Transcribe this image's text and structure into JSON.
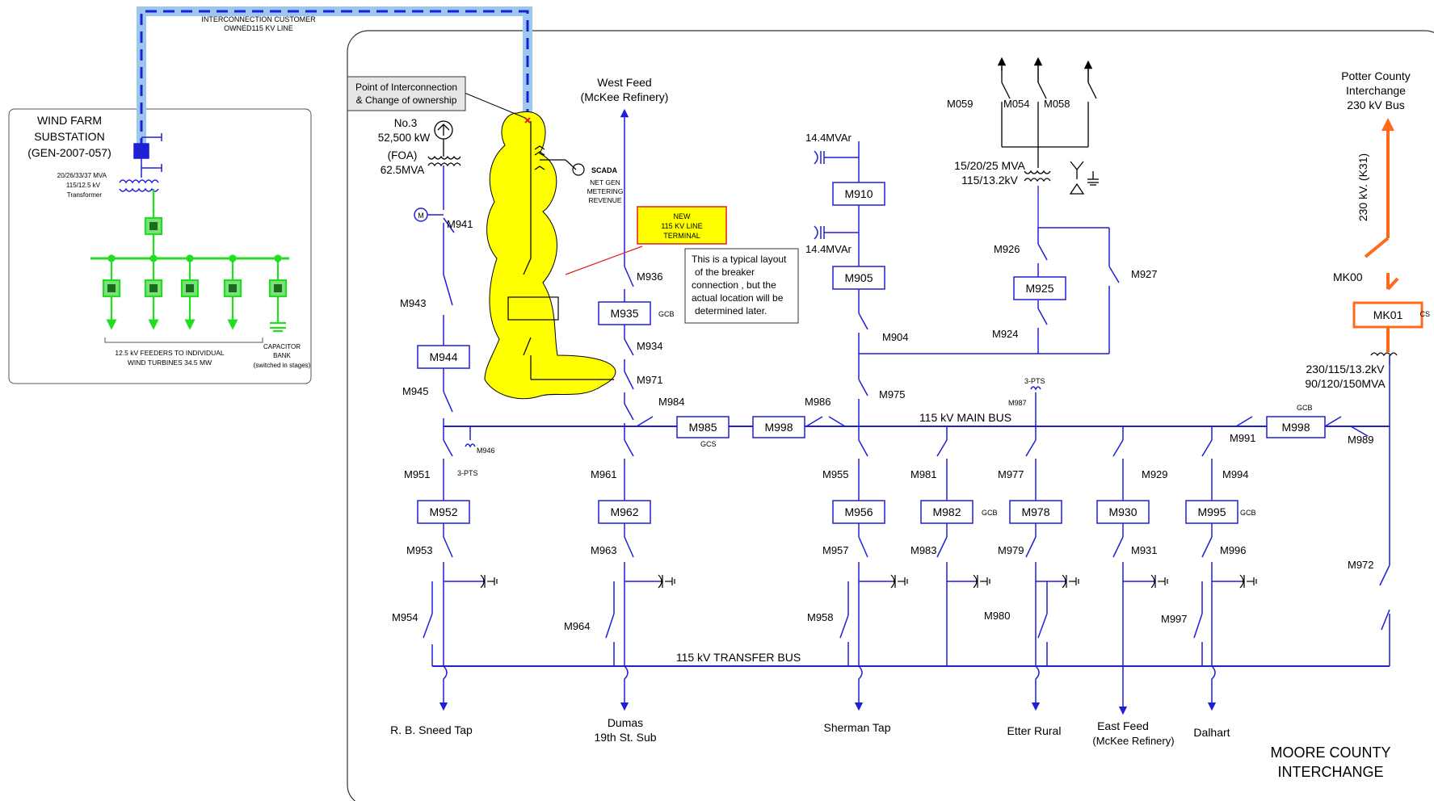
{
  "colors": {
    "bus": "#1f1fd6",
    "wind": "#22dd22",
    "orange": "#ff6a1a",
    "cloud": "#ffff00",
    "interconnect_glow": "#9cc8ee",
    "interconnect_dash": "#1f1fd6",
    "red_marker": "#e02020"
  },
  "wind_farm": {
    "title": [
      "WIND FARM",
      "SUBSTATION",
      "(GEN-2007-057)"
    ],
    "transformer": [
      "20/26/33/37 MVA",
      "115/12.5 kV",
      "Transformer"
    ],
    "feeders": [
      "12.5  kV FEEDERS TO INDIVIDUAL",
      "WIND TURBINES  34.5 MW"
    ],
    "capacitor": [
      "CAPACITOR",
      "BANK",
      "(switched in stages)"
    ]
  },
  "interconnect_line": [
    "INTERCONNECTION CUSTOMER",
    "OWNED115 KV LINE"
  ],
  "poi": [
    "Point of Interconnection",
    "& Change of ownership"
  ],
  "new_terminal": [
    "NEW",
    "115 KV LINE",
    "TERMINAL"
  ],
  "note": [
    "This is a typical layout",
    "of the breaker",
    "connection , but  the",
    "actual location will be",
    "determined later."
  ],
  "scada": [
    "SCADA",
    "NET GEN",
    "METERING",
    "REVENUE"
  ],
  "gen_no3": [
    "No.3",
    "52,500 kW",
    "(FOA)",
    "62.5MVA"
  ],
  "west_feed": [
    "West Feed",
    "(McKee Refinery)"
  ],
  "potter": [
    "Potter County",
    "Interchange",
    "230 kV Bus"
  ],
  "line_230": "230 kV.  (K31)",
  "xfmr_230": [
    "230/115/13.2kV",
    "90/120/150MVA"
  ],
  "xfmr_15": [
    "15/20/25 MVA",
    "115/13.2kV"
  ],
  "cap_144_a": "14.4MVAr",
  "cap_144_b": "14.4MVAr",
  "main_bus": "115  kV  MAIN  BUS",
  "transfer_bus": "115   kV  TRANSFER  BUS",
  "station_name": [
    "MOORE COUNTY",
    "INTERCHANGE"
  ],
  "pts_3": "3-PTS",
  "gcb": "GCB",
  "gcs": "GCS",
  "cs": "CS",
  "breakers": [
    "M910",
    "M905",
    "M925",
    "M935",
    "M944",
    "M985",
    "M998",
    "M952",
    "M962",
    "M956",
    "M982",
    "M978",
    "M930",
    "M995",
    "MK01"
  ],
  "breaker_top_right": "M998",
  "switches": [
    "M059",
    "M054",
    "M058",
    "M941",
    "M943",
    "M945",
    "M936",
    "M934",
    "M971",
    "M984",
    "M986",
    "M926",
    "M927",
    "M924",
    "M904",
    "M975",
    "M987",
    "M946",
    "M951",
    "M953",
    "M954",
    "M961",
    "M963",
    "M964",
    "M955",
    "M957",
    "M958",
    "M981",
    "M983",
    "M977",
    "M979",
    "M980",
    "M929",
    "M931",
    "M994",
    "M996",
    "M997",
    "M991",
    "M989",
    "M972",
    "MK00"
  ],
  "feeds": {
    "rb": "R. B. Sneed Tap",
    "dumas": [
      "Dumas",
      "19th St. Sub"
    ],
    "sherman": "Sherman Tap",
    "etter": "Etter Rural",
    "east": [
      "East Feed",
      "(McKee Refinery)"
    ],
    "dalhart": "Dalhart"
  }
}
